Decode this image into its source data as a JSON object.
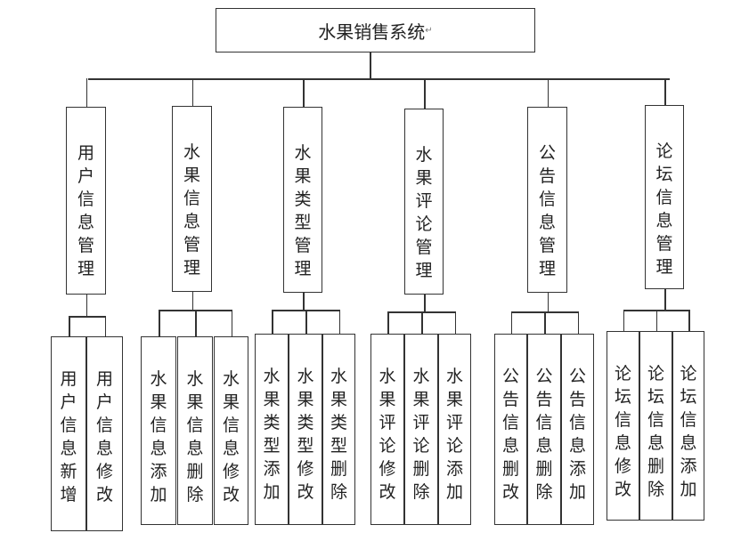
{
  "title": "水果销售系统",
  "modules": [
    {
      "label": "用户信息管理",
      "children": [
        "用户信息新增",
        "用户信息修改"
      ]
    },
    {
      "label": "水果信息管理",
      "children": [
        "水果信息添加",
        "水果信息删除",
        "水果信息修改"
      ]
    },
    {
      "label": "水果类型管理",
      "children": [
        "水果类型添加",
        "水果类型修改",
        "水果类型删除"
      ]
    },
    {
      "label": "水果评论管理",
      "children": [
        "水果评论修改",
        "水果评论删除",
        "水果评论添加"
      ]
    },
    {
      "label": "公告信息管理",
      "children": [
        "公告信息删改",
        "公告信息删除",
        "公告信息添加"
      ]
    },
    {
      "label": "论坛信息管理",
      "children": [
        "论坛信息修改",
        "论坛信息删除",
        "论坛信息添加"
      ]
    }
  ]
}
